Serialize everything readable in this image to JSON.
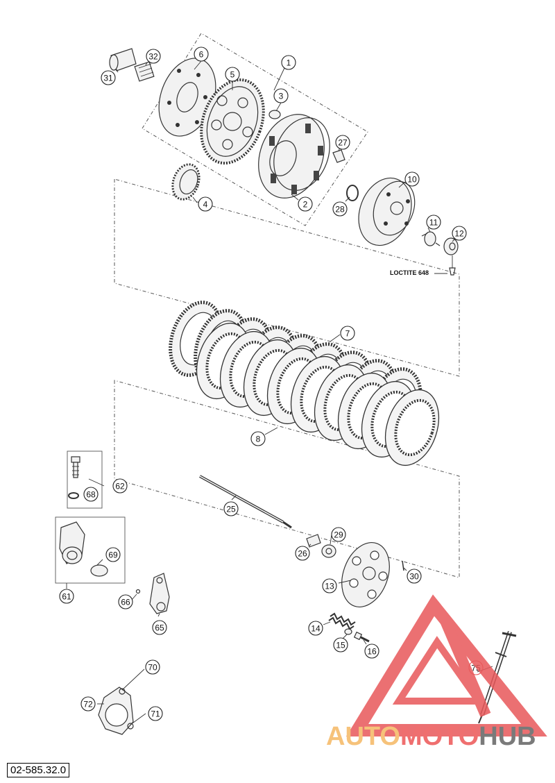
{
  "diagram_ref": "02-585.32.0",
  "loctite_label": "LOCTITE 648",
  "watermark": {
    "part1": "AUTO",
    "part2": "MOTO",
    "part3": "HUB",
    "logo_color": "#e8585a"
  },
  "callouts": [
    "1",
    "2",
    "3",
    "4",
    "5",
    "6",
    "7",
    "8",
    "10",
    "11",
    "12",
    "13",
    "14",
    "15",
    "16",
    "25",
    "26",
    "27",
    "28",
    "29",
    "30",
    "31",
    "32",
    "61",
    "62",
    "65",
    "66",
    "68",
    "69",
    "70",
    "71",
    "72",
    "75"
  ]
}
